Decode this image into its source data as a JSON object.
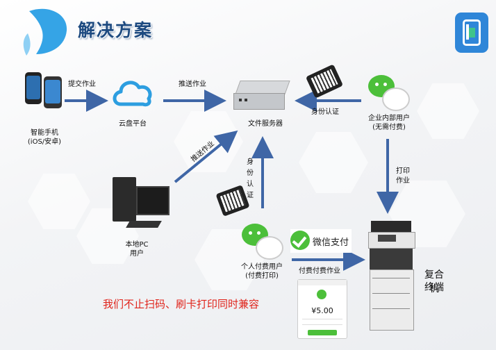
{
  "header": {
    "title": "解决方案"
  },
  "nodes": {
    "phone": {
      "line1": "智能手机",
      "line2": "(iOS/安卓)"
    },
    "cloud": {
      "label": "云盘平台"
    },
    "server": {
      "label": "文件服务器"
    },
    "enterprise": {
      "line1": "企业内部用户",
      "line2": "(无需付费)"
    },
    "pc": {
      "line1": "本地PC",
      "line2": "用户"
    },
    "personal": {
      "line1": "个人付费用户",
      "line2": "(付费打印)"
    },
    "mfp": {
      "line1": "复合机",
      "line2": "终端"
    },
    "wechat_pay": {
      "label": "微信支付"
    },
    "pay_screen": {
      "amount": "¥5.00"
    }
  },
  "edges": {
    "submit": "提交作业",
    "push_top": "推送作业",
    "push_diag": "推送作业",
    "auth_top": "身份认证",
    "auth_vertical": "身份认证",
    "print_job_1": "打印",
    "print_job_2": "作业",
    "pay_job": "付费付费作业"
  },
  "footer": {
    "note": "我们不止扫码、刷卡打印同时兼容"
  },
  "colors": {
    "arrow": "#3f66a6",
    "title": "#1d4a80",
    "note": "#e0241b",
    "wechat": "#4cbf3a",
    "logo": "#2f86d8"
  }
}
